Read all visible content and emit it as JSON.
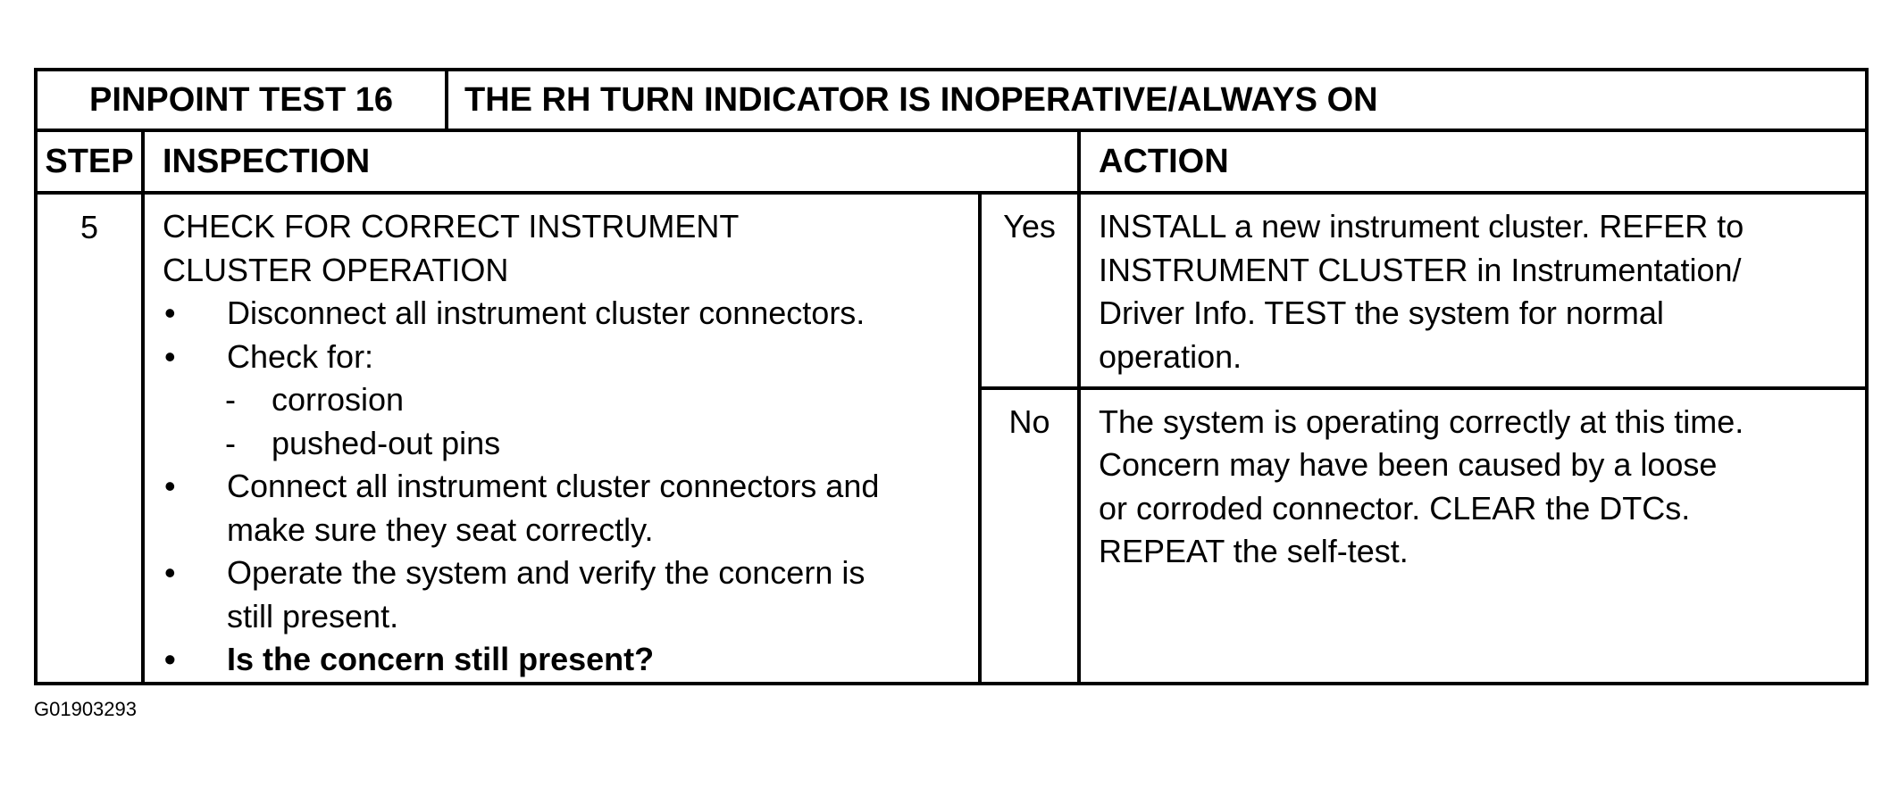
{
  "header": {
    "test_label": "PINPOINT TEST 16",
    "title": "THE RH TURN INDICATOR IS INOPERATIVE/ALWAYS ON"
  },
  "columns": {
    "step": "STEP",
    "inspection": "INSPECTION",
    "action": "ACTION"
  },
  "step": {
    "number": "5",
    "inspection_title_line1": "CHECK FOR CORRECT INSTRUMENT",
    "inspection_title_line2": "CLUSTER OPERATION",
    "bullets": [
      "Disconnect all instrument cluster connectors.",
      "Check for:"
    ],
    "sub_items": [
      "corrosion",
      "pushed-out pins"
    ],
    "bullet3_line1": "Connect all instrument cluster connectors and",
    "bullet3_line2": "make sure they seat correctly.",
    "bullet4_line1": "Operate the system and verify the concern is",
    "bullet4_line2": "still present.",
    "question": "Is the concern still present?",
    "bullet_symbol": "•",
    "dash_symbol": "-"
  },
  "answers": {
    "yes_label": "Yes",
    "yes_action_lines": [
      "INSTALL a new instrument cluster. REFER to",
      "INSTRUMENT CLUSTER in Instrumentation/",
      "Driver Info. TEST the system for normal",
      "operation."
    ],
    "no_label": "No",
    "no_action_lines": [
      "The system is operating correctly at this time.",
      "Concern may have been caused by a loose",
      "or corroded connector.  CLEAR the DTCs.",
      "REPEAT the self-test."
    ]
  },
  "figure_id": "G01903293"
}
